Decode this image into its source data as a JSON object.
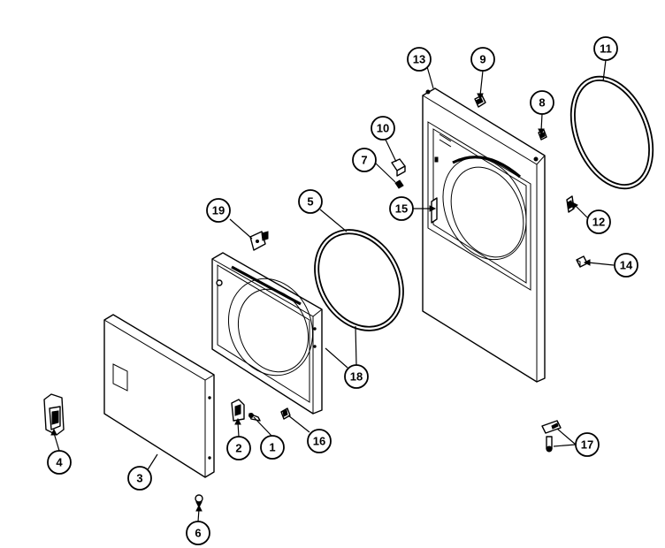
{
  "diagram": {
    "callouts": [
      {
        "id": "c1",
        "label": "1"
      },
      {
        "id": "c2",
        "label": "2"
      },
      {
        "id": "c3",
        "label": "3"
      },
      {
        "id": "c4",
        "label": "4"
      },
      {
        "id": "c5",
        "label": "5"
      },
      {
        "id": "c6",
        "label": "6"
      },
      {
        "id": "c7",
        "label": "7"
      },
      {
        "id": "c8",
        "label": "8"
      },
      {
        "id": "c9",
        "label": "9"
      },
      {
        "id": "c10",
        "label": "10"
      },
      {
        "id": "c11",
        "label": "11"
      },
      {
        "id": "c12",
        "label": "12"
      },
      {
        "id": "c13",
        "label": "13"
      },
      {
        "id": "c14",
        "label": "14"
      },
      {
        "id": "c15",
        "label": "15"
      },
      {
        "id": "c16",
        "label": "16"
      },
      {
        "id": "c17",
        "label": "17"
      },
      {
        "id": "c18",
        "label": "18"
      },
      {
        "id": "c19",
        "label": "19"
      }
    ]
  }
}
